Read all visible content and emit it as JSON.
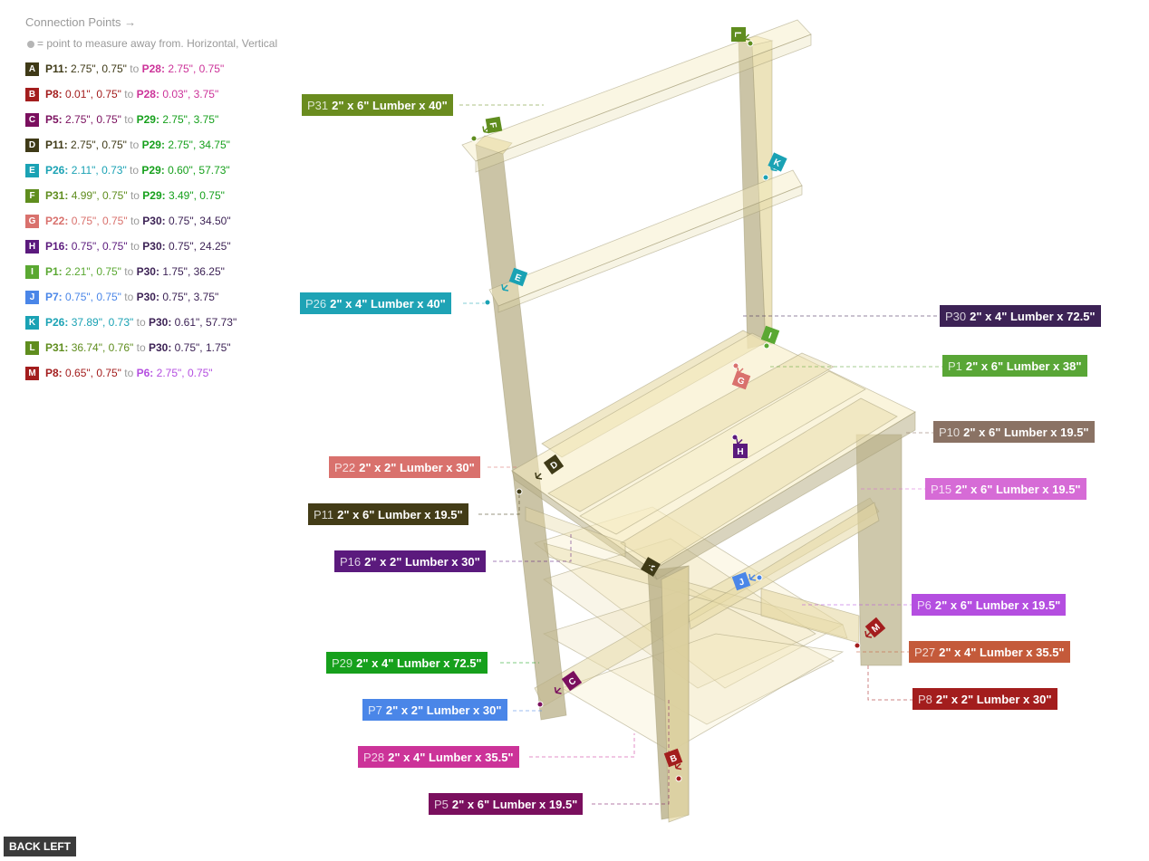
{
  "header": {
    "title": "Connection Points →",
    "note": "= point to measure away from. Horizontal, Vertical"
  },
  "connections": [
    {
      "letter": "A",
      "color": "#3f3a17",
      "from": "P11:",
      "from_color": "#3f3a17",
      "from_val": "2.75\", 0.75\"",
      "to": "P28:",
      "to_color": "#cc3399",
      "to_val": "2.75\", 0.75\""
    },
    {
      "letter": "B",
      "color": "#a31d1d",
      "from": "P8:",
      "from_color": "#a31d1d",
      "from_val": "0.01\", 0.75\"",
      "to": "P28:",
      "to_color": "#cc3399",
      "to_val": "0.03\", 3.75\""
    },
    {
      "letter": "C",
      "color": "#7a0f5e",
      "from": "P5:",
      "from_color": "#7a0f5e",
      "from_val": "2.75\", 0.75\"",
      "to": "P29:",
      "to_color": "#16a01c",
      "to_val": "2.75\", 3.75\""
    },
    {
      "letter": "D",
      "color": "#3f3a17",
      "from": "P11:",
      "from_color": "#3f3a17",
      "from_val": "2.75\", 0.75\"",
      "to": "P29:",
      "to_color": "#16a01c",
      "to_val": "2.75\", 34.75\""
    },
    {
      "letter": "E",
      "color": "#1aa2b4",
      "from": "P26:",
      "from_color": "#1aa2b4",
      "from_val": "2.11\", 0.73\"",
      "to": "P29:",
      "to_color": "#16a01c",
      "to_val": "0.60\", 57.73\""
    },
    {
      "letter": "F",
      "color": "#5f8d1e",
      "from": "P31:",
      "from_color": "#5f8d1e",
      "from_val": "4.99\", 0.75\"",
      "to": "P29:",
      "to_color": "#16a01c",
      "to_val": "3.49\", 0.75\""
    },
    {
      "letter": "G",
      "color": "#d9716d",
      "from": "P22:",
      "from_color": "#d9716d",
      "from_val": "0.75\", 0.75\"",
      "to": "P30:",
      "to_color": "#3c2255",
      "to_val": "0.75\", 34.50\""
    },
    {
      "letter": "H",
      "color": "#5b1a7d",
      "from": "P16:",
      "from_color": "#5b1a7d",
      "from_val": "0.75\", 0.75\"",
      "to": "P30:",
      "to_color": "#3c2255",
      "to_val": "0.75\", 24.25\""
    },
    {
      "letter": "I",
      "color": "#5aa832",
      "from": "P1:",
      "from_color": "#5aa832",
      "from_val": "2.21\", 0.75\"",
      "to": "P30:",
      "to_color": "#3c2255",
      "to_val": "1.75\", 36.25\""
    },
    {
      "letter": "J",
      "color": "#4a86e8",
      "from": "P7:",
      "from_color": "#4a86e8",
      "from_val": "0.75\", 0.75\"",
      "to": "P30:",
      "to_color": "#3c2255",
      "to_val": "0.75\", 3.75\""
    },
    {
      "letter": "K",
      "color": "#1aa2b4",
      "from": "P26:",
      "from_color": "#1aa2b4",
      "from_val": "37.89\", 0.73\"",
      "to": "P30:",
      "to_color": "#3c2255",
      "to_val": "0.61\", 57.73\""
    },
    {
      "letter": "L",
      "color": "#5f8d1e",
      "from": "P31:",
      "from_color": "#5f8d1e",
      "from_val": "36.74\", 0.76\"",
      "to": "P30:",
      "to_color": "#3c2255",
      "to_val": "0.75\", 1.75\""
    },
    {
      "letter": "M",
      "color": "#a31d1d",
      "from": "P8:",
      "from_color": "#a31d1d",
      "from_val": "0.65\", 0.75\"",
      "to": "P6:",
      "to_color": "#b44ee0",
      "to_val": "2.75\", 0.75\""
    }
  ],
  "part_labels": [
    {
      "id": "P31",
      "name": "2\" x 6\" Lumber x 40\"",
      "color": "#6a8c1f"
    },
    {
      "id": "P26",
      "name": "2\" x 4\" Lumber  x 40\"",
      "color": "#1ea3b5"
    },
    {
      "id": "P30",
      "name": "2\" x 4\" Lumber  x 72.5\"",
      "color": "#3c2255"
    },
    {
      "id": "P1",
      "name": "2\" x 6\" Lumber x 38\"",
      "color": "#59a636"
    },
    {
      "id": "P10",
      "name": "2\" x 6\" Lumber x 19.5\"",
      "color": "#8a7264"
    },
    {
      "id": "P22",
      "name": "2\" x 2\" Lumber x 30\"",
      "color": "#d9716d"
    },
    {
      "id": "P15",
      "name": "2\" x 6\" Lumber x 19.5\"",
      "color": "#d66bd6"
    },
    {
      "id": "P11",
      "name": "2\" x 6\" Lumber x 19.5\"",
      "color": "#433c17"
    },
    {
      "id": "P16",
      "name": "2\" x 2\" Lumber x 30\"",
      "color": "#5b1a7d"
    },
    {
      "id": "P6",
      "name": "2\" x 6\" Lumber x 19.5\"",
      "color": "#b44ee0"
    },
    {
      "id": "P27",
      "name": "2\" x 4\" Lumber  x 35.5\"",
      "color": "#c45a3a"
    },
    {
      "id": "P29",
      "name": "2\" x 4\" Lumber  x 72.5\"",
      "color": "#16a01c"
    },
    {
      "id": "P8",
      "name": "2\" x 2\" Lumber x 30\"",
      "color": "#a31d1d"
    },
    {
      "id": "P7",
      "name": "2\" x 2\" Lumber x 30\"",
      "color": "#4a86e8"
    },
    {
      "id": "P28",
      "name": "2\" x 4\" Lumber  x 35.5\"",
      "color": "#cc3399"
    },
    {
      "id": "P5",
      "name": "2\" x 6\" Lumber x 19.5\"",
      "color": "#7a0f5e"
    }
  ],
  "colors": {
    "wood_light": "#f5ebc0",
    "wood_mid": "#e6d9a4",
    "wood_dark": "#b9b088",
    "muted_text": "#9a9a9a"
  },
  "back_button": "BACK LEFT"
}
